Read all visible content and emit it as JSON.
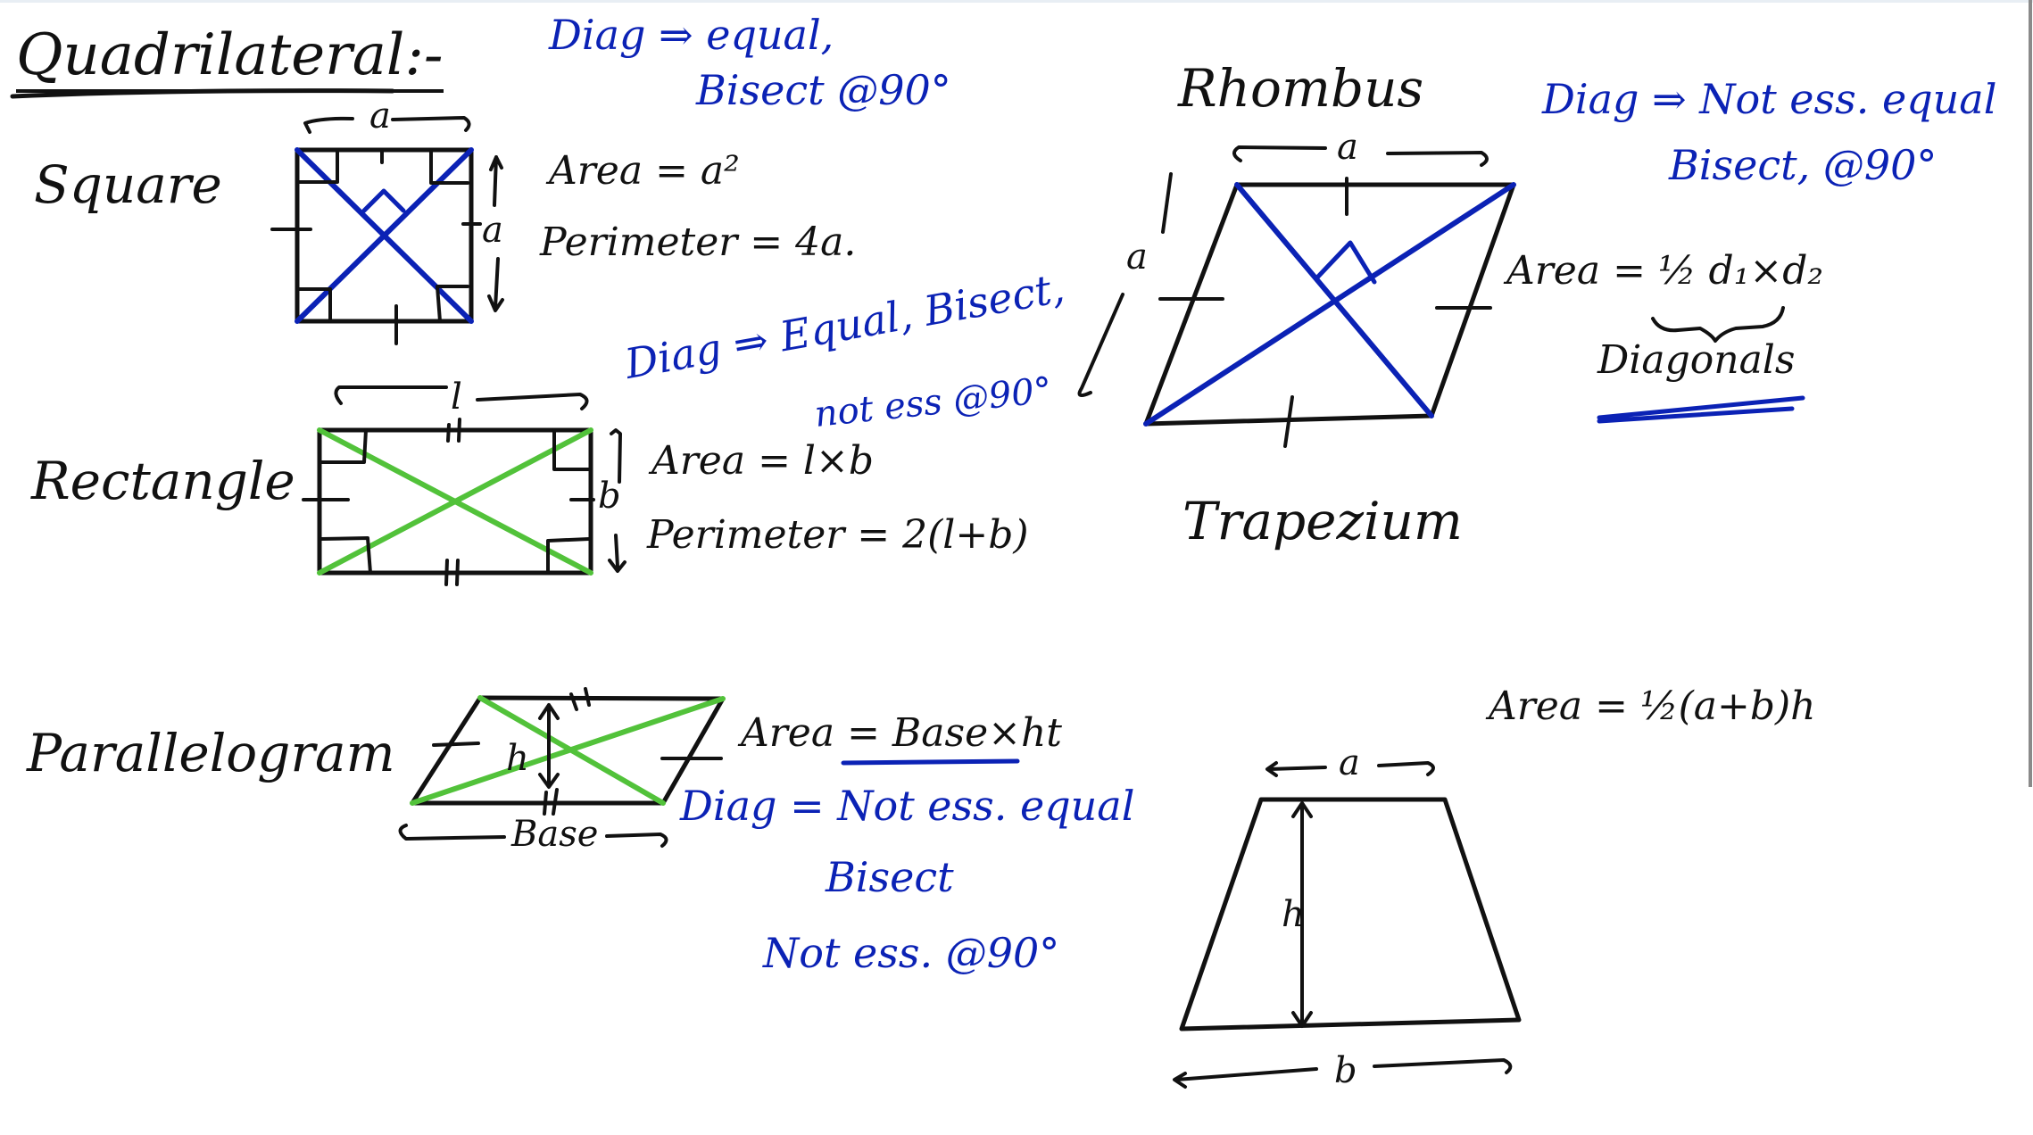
{
  "colors": {
    "ink_black": "#111111",
    "ink_blue": "#0b22b5",
    "ink_green": "#52c23a",
    "background": "#ffffff",
    "edge": "#8a8a8a"
  },
  "title": "Quadrilateral:-",
  "shapes": {
    "square": {
      "name": "Square",
      "side_label": "a",
      "area": "Area = a²",
      "perimeter": "Perimeter = 4a.",
      "diagonals_note_line1": "Diag ⇒ equal,",
      "diagonals_note_line2": "Bisect @90°"
    },
    "rectangle": {
      "name": "Rectangle",
      "length_label": "l",
      "breadth_label": "b",
      "area": "Area = l×b",
      "perimeter": "Perimeter = 2(l+b)",
      "diagonals_note_line1": "Diag ⇒ Equal, Bisect,",
      "diagonals_note_line2": "not ess @90°"
    },
    "parallelogram": {
      "name": "Parallelogram",
      "height_label": "h",
      "base_label": "Base",
      "area": "Area = Base×ht",
      "diagonals_note_line1": "Diag = Not ess. equal",
      "diagonals_note_line2": "Bisect",
      "diagonals_note_line3": "Not ess. @90°"
    },
    "rhombus": {
      "name": "Rhombus",
      "side_label": "a",
      "area": "Area = ½ d₁×d₂",
      "area_brace_label": "Diagonals",
      "diagonals_note_line1": "Diag ⇒ Not ess. equal",
      "diagonals_note_line2": "Bisect, @90°"
    },
    "trapezium": {
      "name": "Trapezium",
      "top_label": "a",
      "bottom_label": "b",
      "height_label": "h",
      "area": "Area = ½(a+b)h"
    }
  }
}
